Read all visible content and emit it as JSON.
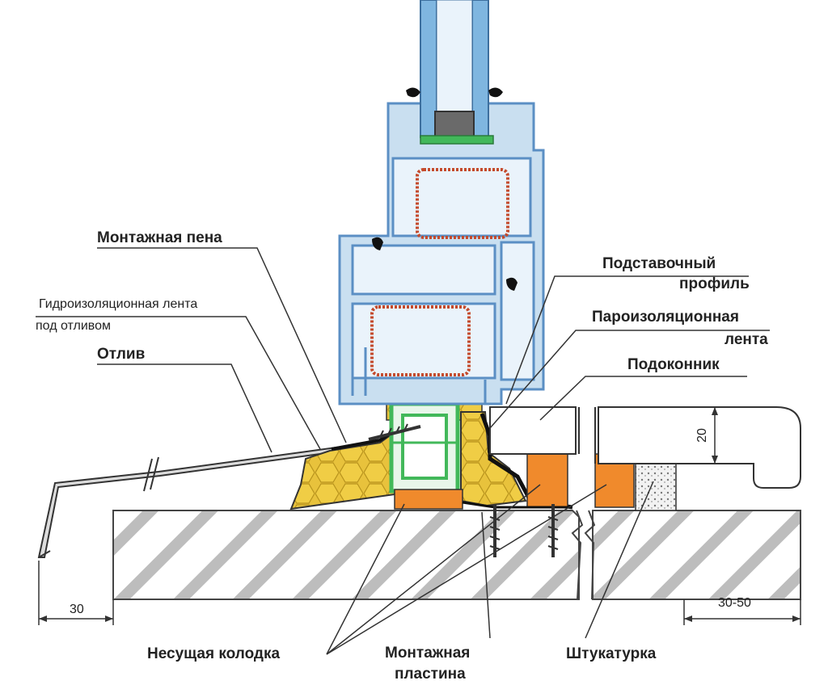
{
  "labels": {
    "mounting_foam": "Монтажная пена",
    "waterproof_tape_line1": "Гидроизоляционная лента",
    "waterproof_tape_line2": "под отливом",
    "drip": "Отлив",
    "support_profile_line1": "Подставочный",
    "support_profile_line2": "профиль",
    "vapor_tape_line1": "Пароизоляционная",
    "vapor_tape_line2": "лента",
    "sill": "Подоконник",
    "bearing_block": "Несущая колодка",
    "mount_plate_line1": "Монтажная",
    "mount_plate_line2": "пластина",
    "plaster": "Штукатурка"
  },
  "dimensions": {
    "left_offset": "30",
    "right_offset": "30-50",
    "sill_thickness": "20"
  },
  "colors": {
    "frame": "#5b8fc4",
    "frame_fill": "#c9dff0",
    "glass": "#7fb6e0",
    "foam": "#e8c23c",
    "block": "#f08a2c",
    "plate": "#42b85a",
    "reinforcement": "#c44a2c",
    "hatch": "#888888"
  }
}
